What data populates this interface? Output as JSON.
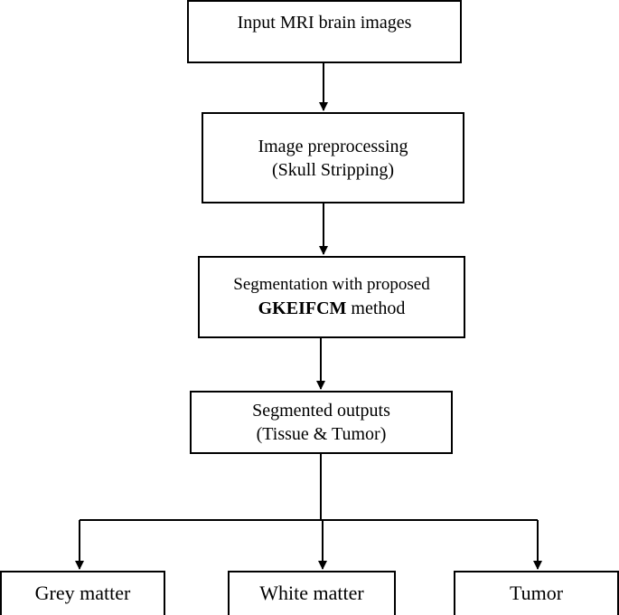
{
  "nodes": {
    "input": {
      "line1": "Input MRI brain images"
    },
    "preprocess": {
      "line1": "Image preprocessing",
      "line2": "(Skull Stripping)"
    },
    "segmentation": {
      "line1": "Segmentation with proposed",
      "method": "GKEIFCM",
      "line2_rest": " method"
    },
    "outputs": {
      "line1": "Segmented outputs",
      "line2": "(Tissue & Tumor)"
    },
    "grey": {
      "label": "Grey matter"
    },
    "white": {
      "label": "White matter"
    },
    "tumor": {
      "label": "Tumor"
    }
  }
}
